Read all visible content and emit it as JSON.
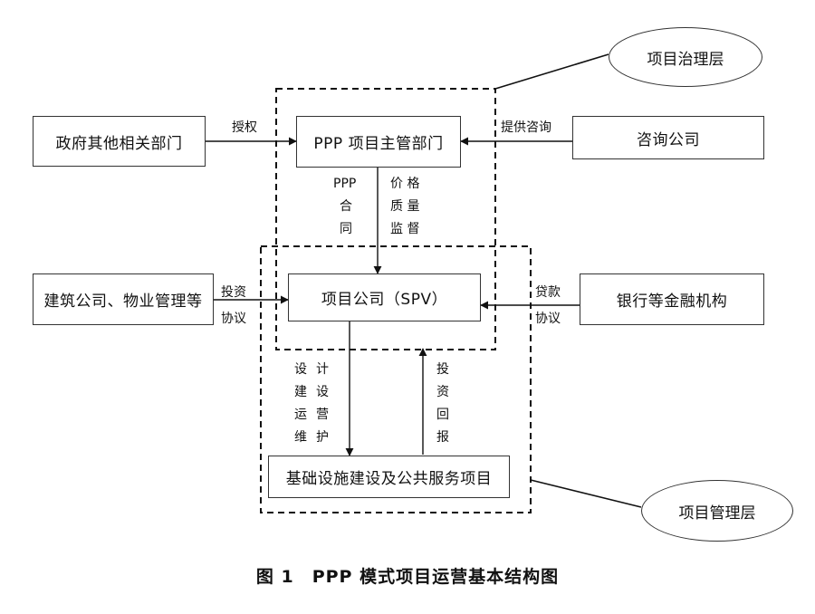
{
  "nodes": {
    "gov_dept": "政府其他相关部门",
    "ppp_dept": "PPP 项目主管部门",
    "consult": "咨询公司",
    "construction": "建筑公司、物业管理等",
    "spv": "项目公司（SPV）",
    "bank": "银行等金融机构",
    "infra": "基础设施建设及公共服务项目"
  },
  "layers": {
    "governance": "项目治理层",
    "management": "项目管理层"
  },
  "edges": {
    "authorize": "授权",
    "consulting": "提供咨询",
    "ppp_contract_1": "PPP",
    "ppp_contract_2": "合",
    "ppp_contract_3": "同",
    "price_quality_1": "价 格",
    "price_quality_2": "质 量",
    "price_quality_3": "监 督",
    "invest_agreement_1": "投资",
    "invest_agreement_2": "协议",
    "loan_agreement_1": "贷款",
    "loan_agreement_2": "协议",
    "design_build_a": "设建运维",
    "design_build_b": "计设营护",
    "investment_return": "投资回报"
  },
  "caption": "图 1　PPP 模式项目运营基本结构图"
}
